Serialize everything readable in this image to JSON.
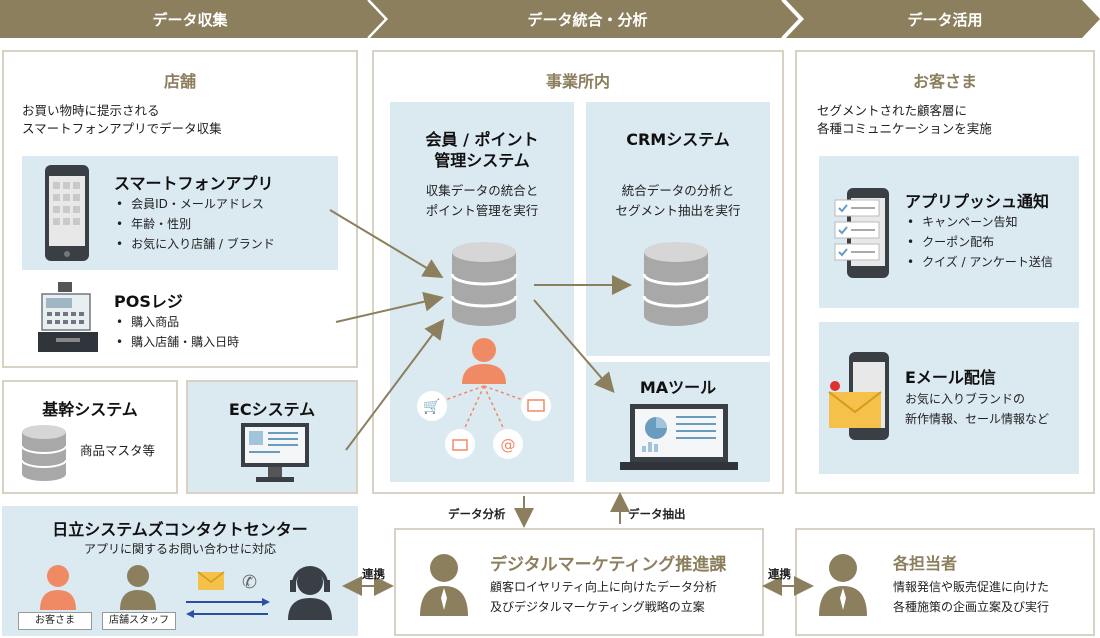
{
  "stages": [
    "データ収集",
    "データ統合・分析",
    "データ活用"
  ],
  "store": {
    "title": "店舗",
    "desc1": "お買い物時に提示される",
    "desc2": "スマートフォンアプリでデータ収集",
    "app_title": "スマートフォンアプリ",
    "app_items": [
      "会員ID・メールアドレス",
      "年齢・性別",
      "お気に入り店舗 / ブランド"
    ],
    "pos_title": "POSレジ",
    "pos_items": [
      "購入商品",
      "購入店舗・購入日時"
    ]
  },
  "core": {
    "title": "基幹システム",
    "desc": "商品マスタ等"
  },
  "ec": {
    "title": "ECシステム"
  },
  "office": {
    "title": "事業所内",
    "member_title_1": "会員 / ポイント",
    "member_title_2": "管理システム",
    "member_desc_1": "収集データの統合と",
    "member_desc_2": "ポイント管理を実行",
    "crm_title": "CRMシステム",
    "crm_desc_1": "統合データの分析と",
    "crm_desc_2": "セグメント抽出を実行",
    "ma_title": "MAツール"
  },
  "customer": {
    "title": "お客さま",
    "desc1": "セグメントされた顧客層に",
    "desc2": "各種コミュニケーションを実施",
    "push_title": "アプリプッシュ通知",
    "push_items": [
      "キャンペーン告知",
      "クーポン配布",
      "クイズ / アンケート送信"
    ],
    "mail_title": "Eメール配信",
    "mail_desc1": "お気に入りブランドの",
    "mail_desc2": "新作情報、セール情報など"
  },
  "contact": {
    "title": "日立システムズコンタクトセンター",
    "desc": "アプリに関するお問い合わせに対応",
    "customer_label": "お客さま",
    "staff_label": "店舗スタッフ"
  },
  "dm": {
    "title": "デジタルマーケティング推進課",
    "desc1": "顧客ロイヤリティ向上に向けたデータ分析",
    "desc2": "及びデジタルマーケティング戦略の立案"
  },
  "staff": {
    "title": "各担当者",
    "desc1": "情報発信や販売促進に向けた",
    "desc2": "各種施策の企画立案及び実行"
  },
  "arrows": {
    "analysis": "データ分析",
    "extract": "データ抽出",
    "link_left": "連携",
    "link_right": "連携"
  },
  "colors": {
    "accent": "#8c7f5e",
    "panel_blue": "#dbe9f1",
    "person_orange": "#f08a64",
    "person_khaki": "#8c7f5e"
  }
}
